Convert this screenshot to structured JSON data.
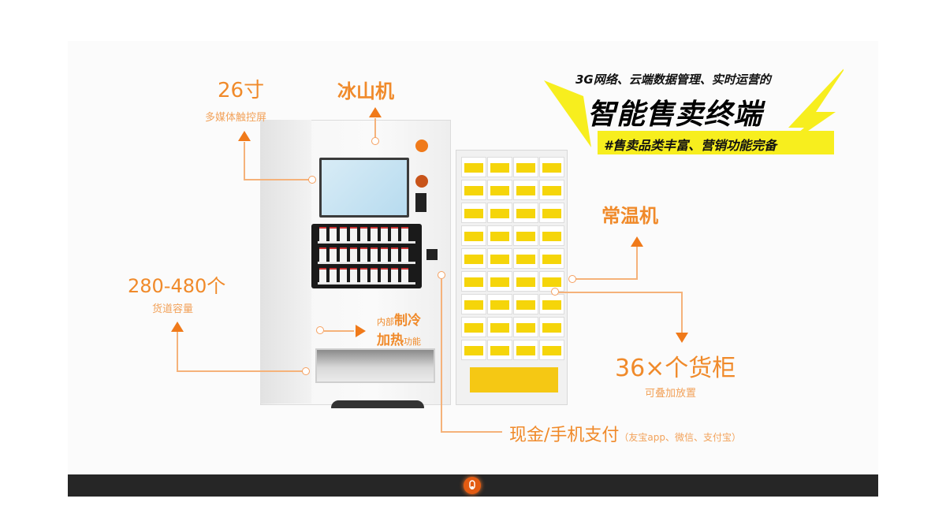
{
  "headline": {
    "subtitle": "3G网络、云端数据管理、实时运营的",
    "title": "智能售卖终端",
    "tagline": "#售卖品类丰富、营销功能完备",
    "accent_color": "#f7ee1e"
  },
  "annotations": {
    "screen": {
      "title": "26寸",
      "subtitle": "多媒体触控屏"
    },
    "ice_machine": {
      "title": "冰山机"
    },
    "capacity": {
      "title": "280-480个",
      "subtitle": "货道容量"
    },
    "cooling": {
      "prefix": "内部",
      "line1": "制冷",
      "line2": "加热",
      "suffix": "功能"
    },
    "ambient_machine": {
      "title": "常温机"
    },
    "lockers": {
      "title": "36×个货柜",
      "subtitle": "可叠加放置"
    },
    "payment": {
      "title": "现金/手机支付",
      "detail": "（友宝app、微信、支付宝）"
    }
  },
  "colors": {
    "annotation": "#f08a2a",
    "bar": "#262626",
    "hand_button": "#e35b12"
  },
  "toolbar": {
    "icon": "hand-pointer-icon"
  }
}
